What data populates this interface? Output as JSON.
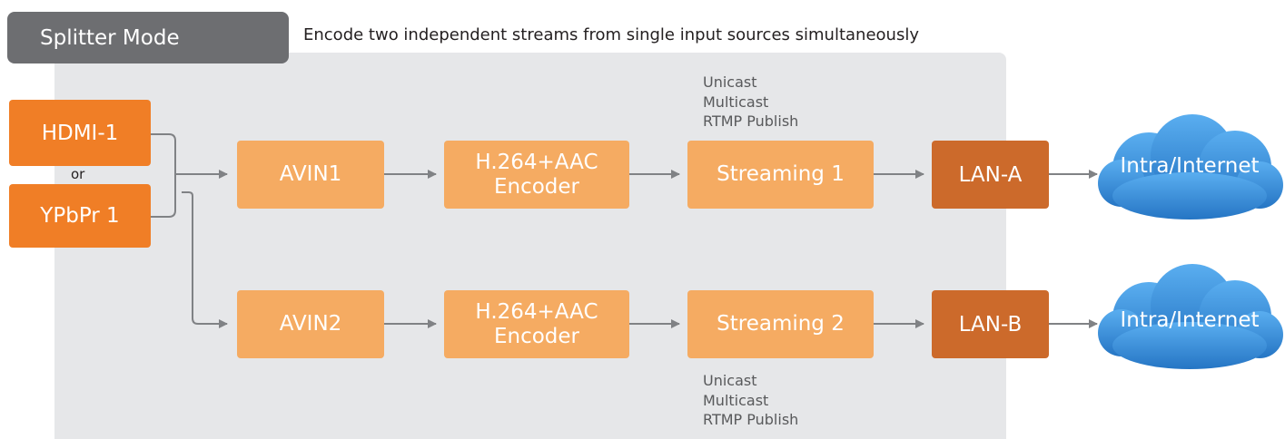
{
  "header": {
    "mode_label": "Splitter Mode",
    "subtitle": "Encode two independent streams from single input sources simultaneously"
  },
  "inputs": {
    "hdmi": "HDMI-1",
    "or": "or",
    "ypbpr": "YPbPr 1"
  },
  "rows": [
    {
      "avin": "AVIN1",
      "encoder_line1": "H.264+AAC",
      "encoder_line2": "Encoder",
      "streaming": "Streaming 1",
      "lan": "LAN-A",
      "cloud": "Intra/Internet",
      "protocols": [
        "Unicast",
        "Multicast",
        "RTMP Publish"
      ]
    },
    {
      "avin": "AVIN2",
      "encoder_line1": "H.264+AAC",
      "encoder_line2": "Encoder",
      "streaming": "Streaming 2",
      "lan": "LAN-B",
      "cloud": "Intra/Internet",
      "protocols": [
        "Unicast",
        "Multicast",
        "RTMP Publish"
      ]
    }
  ],
  "colors": {
    "input_orange": "#f07e26",
    "process_orange": "#f5ab62",
    "lan_orange": "#cc6a2b",
    "panel_gray": "#e6e7e9",
    "tab_gray": "#6d6e71",
    "cloud_blue": "#3a8fd6",
    "arrow_gray": "#808285"
  }
}
